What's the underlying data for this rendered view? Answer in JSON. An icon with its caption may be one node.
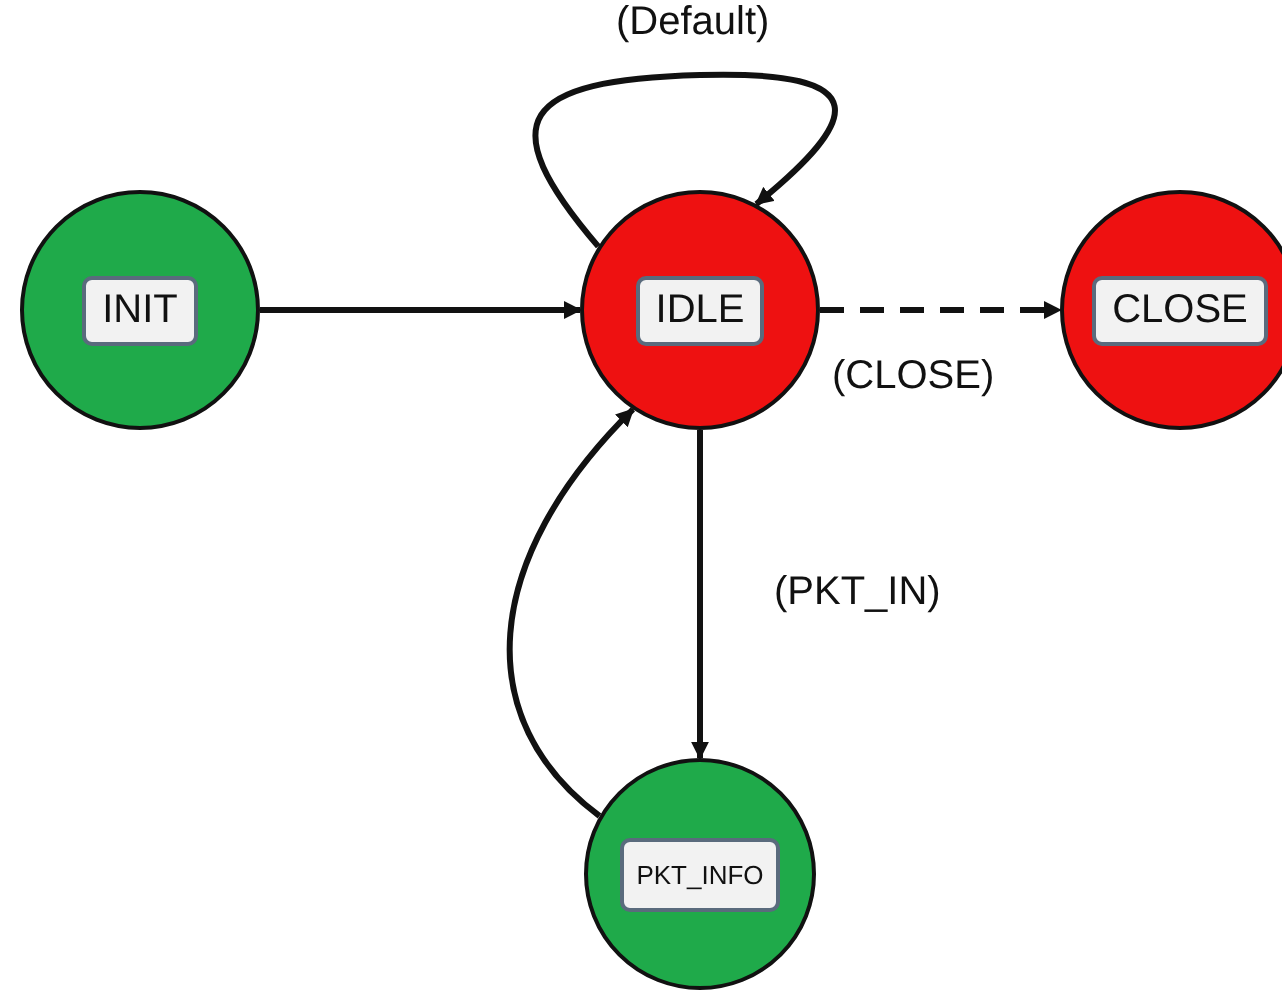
{
  "diagram": {
    "nodes": [
      {
        "text": [
          "INIT"
        ]
      },
      {
        "text": [
          "IDLE"
        ]
      },
      {
        "text": [
          "CLOSE"
        ]
      },
      {
        "text": [
          "PKT_INFO"
        ]
      }
    ],
    "edges": [
      {
        "from": 0,
        "to": 1,
        "arrow": "to"
      },
      {
        "from": 1,
        "to": 1,
        "arrow": "to",
        "label": "(Default)"
      },
      {
        "from": 1,
        "to": 2,
        "arrow": "to",
        "label": "(CLOSE)",
        "style": "dashed"
      },
      {
        "from": 1,
        "to": 3,
        "arrow": "to",
        "label": "(PKT_IN)"
      },
      {
        "from": 3,
        "to": 1,
        "arrow": "to"
      }
    ]
  }
}
